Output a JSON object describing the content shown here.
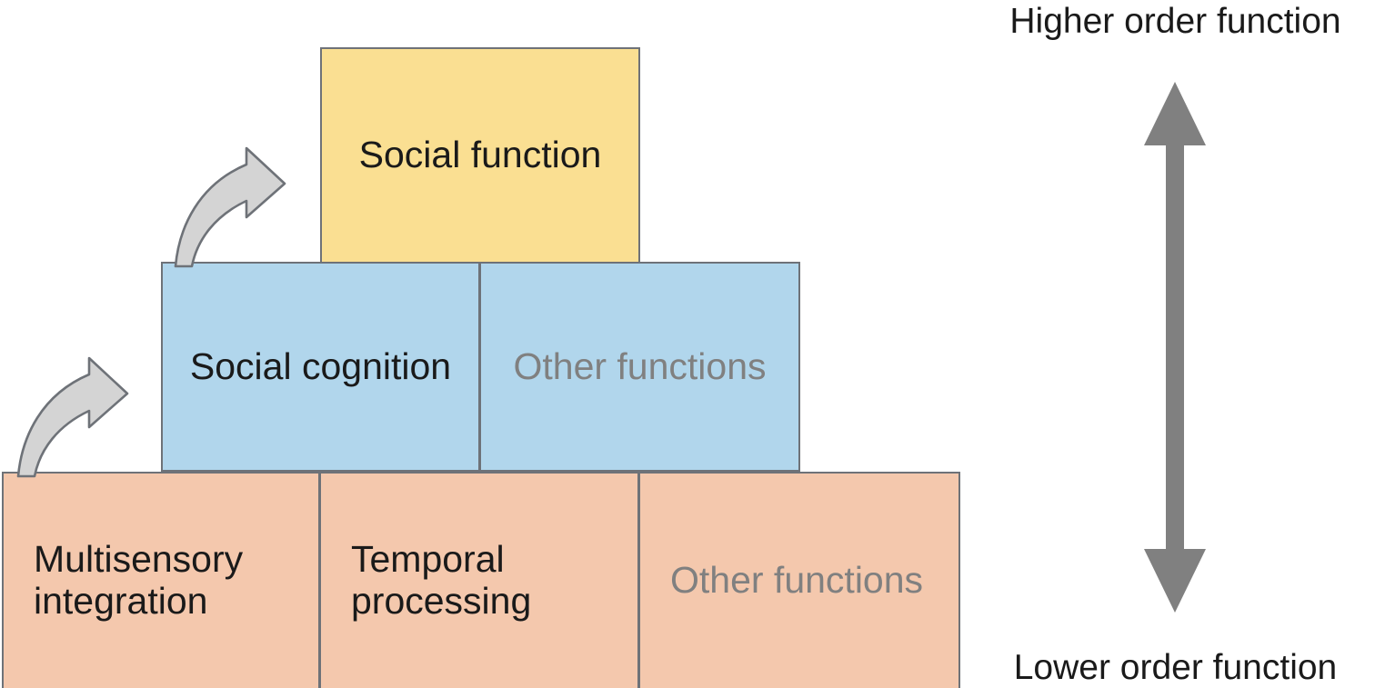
{
  "diagram": {
    "title_implicit": "Hierarchy of social and sensory functions",
    "tiers": [
      {
        "id": "top",
        "color": "#fadf92",
        "boxes": [
          {
            "label": "Social function",
            "muted": false
          }
        ]
      },
      {
        "id": "middle",
        "color": "#b1d6ec",
        "boxes": [
          {
            "label": "Social cognition",
            "muted": false
          },
          {
            "label": "Other functions",
            "muted": true
          }
        ]
      },
      {
        "id": "bottom",
        "color": "#f4c8ad",
        "boxes": [
          {
            "label_line1": "Multisensory",
            "label_line2": "integration",
            "muted": false
          },
          {
            "label_line1": "Temporal",
            "label_line2": "processing",
            "muted": false
          },
          {
            "label_line1": "Other functions",
            "label_line2": "",
            "muted": true
          }
        ]
      }
    ],
    "arrows": [
      {
        "name": "curved-arrow-lower",
        "from": "bottom tier",
        "to": "Social cognition"
      },
      {
        "name": "curved-arrow-upper",
        "from": "Social cognition",
        "to": "Social function"
      }
    ]
  },
  "scale": {
    "top_label": "Higher order function",
    "bottom_label": "Lower order function",
    "arrow_icon": "double-headed-vertical-arrow",
    "arrow_color": "#808080"
  },
  "colors": {
    "top_tier": "#fadf92",
    "middle_tier": "#b1d6ec",
    "bottom_tier": "#f4c8ad",
    "box_border": "#6e7278",
    "text": "#1a1a1a",
    "muted_text": "#808080",
    "arrow_fill": "#d4d4d4",
    "arrow_stroke": "#6e7278"
  }
}
